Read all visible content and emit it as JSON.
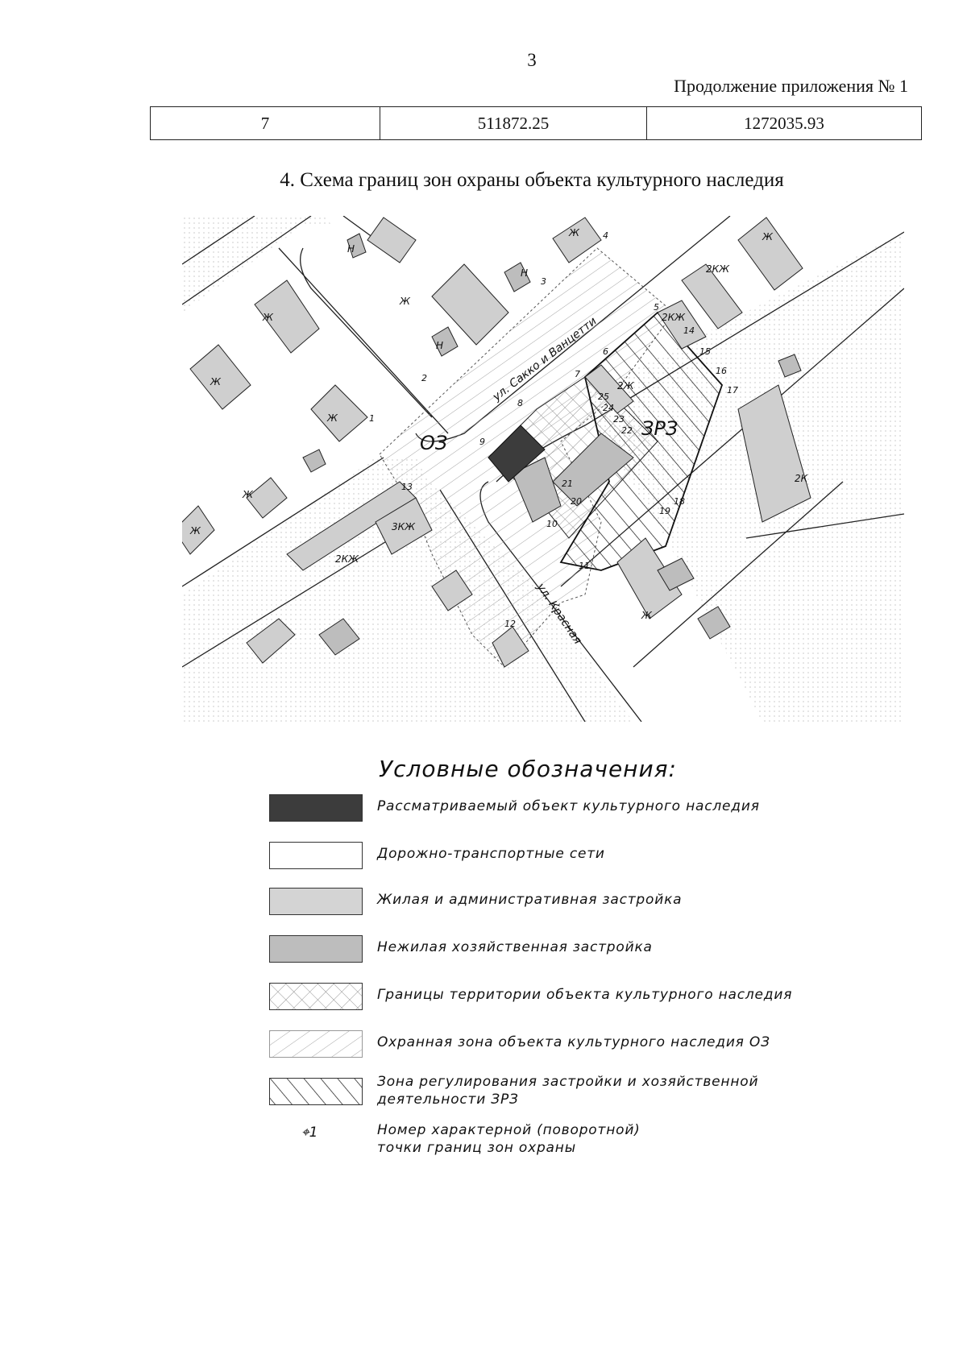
{
  "header": {
    "page_number": "3",
    "continuation": "Продолжение приложения № 1"
  },
  "coordinate_table": {
    "row": [
      "7",
      "511872.25",
      "1272035.93"
    ]
  },
  "section_title": "4. Схема границ зон охраны объекта культурного наследия",
  "map": {
    "street_labels": [
      "ул. Сакко и Ванцетти",
      "ул. Красная"
    ],
    "zone_labels": [
      "ОЗ",
      "ЗРЗ"
    ],
    "building_labels": [
      "Ж",
      "Н",
      "2КЖ",
      "3КЖ",
      "2Ж",
      "2К"
    ],
    "point_numbers": [
      "1",
      "2",
      "3",
      "4",
      "5",
      "6",
      "7",
      "8",
      "9",
      "10",
      "11",
      "12",
      "13",
      "14",
      "15",
      "16",
      "17",
      "18",
      "19",
      "20",
      "21",
      "22",
      "23",
      "24",
      "25"
    ],
    "colors": {
      "heritage_object": "#3c3c3c",
      "residential": "#cfcfcf",
      "non_residential": "#bdbdbd",
      "line": "#222222"
    }
  },
  "legend": {
    "title": "Условные обозначения:",
    "items": [
      {
        "text": "Рассматриваемый объект культурного наследия",
        "swatch": "dark-fill"
      },
      {
        "text": "Дорожно-транспортные сети",
        "swatch": "white-fill"
      },
      {
        "text": "Жилая и административная застройка",
        "swatch": "light-gray-fill"
      },
      {
        "text": "Нежилая хозяйственная застройка",
        "swatch": "gray-fill"
      },
      {
        "text": "Границы территории объекта культурного наследия",
        "swatch": "cross-hatch"
      },
      {
        "text": "Охранная зона объекта культурного наследия ОЗ",
        "swatch": "light-hatch"
      },
      {
        "text": "Зона регулирования застройки и хозяйственной деятельности ЗРЗ",
        "swatch": "bold-hatch"
      },
      {
        "text": "Номер характерной (поворотной) точки границ зон охраны",
        "swatch": "point-marker",
        "marker_label": "1"
      }
    ]
  }
}
